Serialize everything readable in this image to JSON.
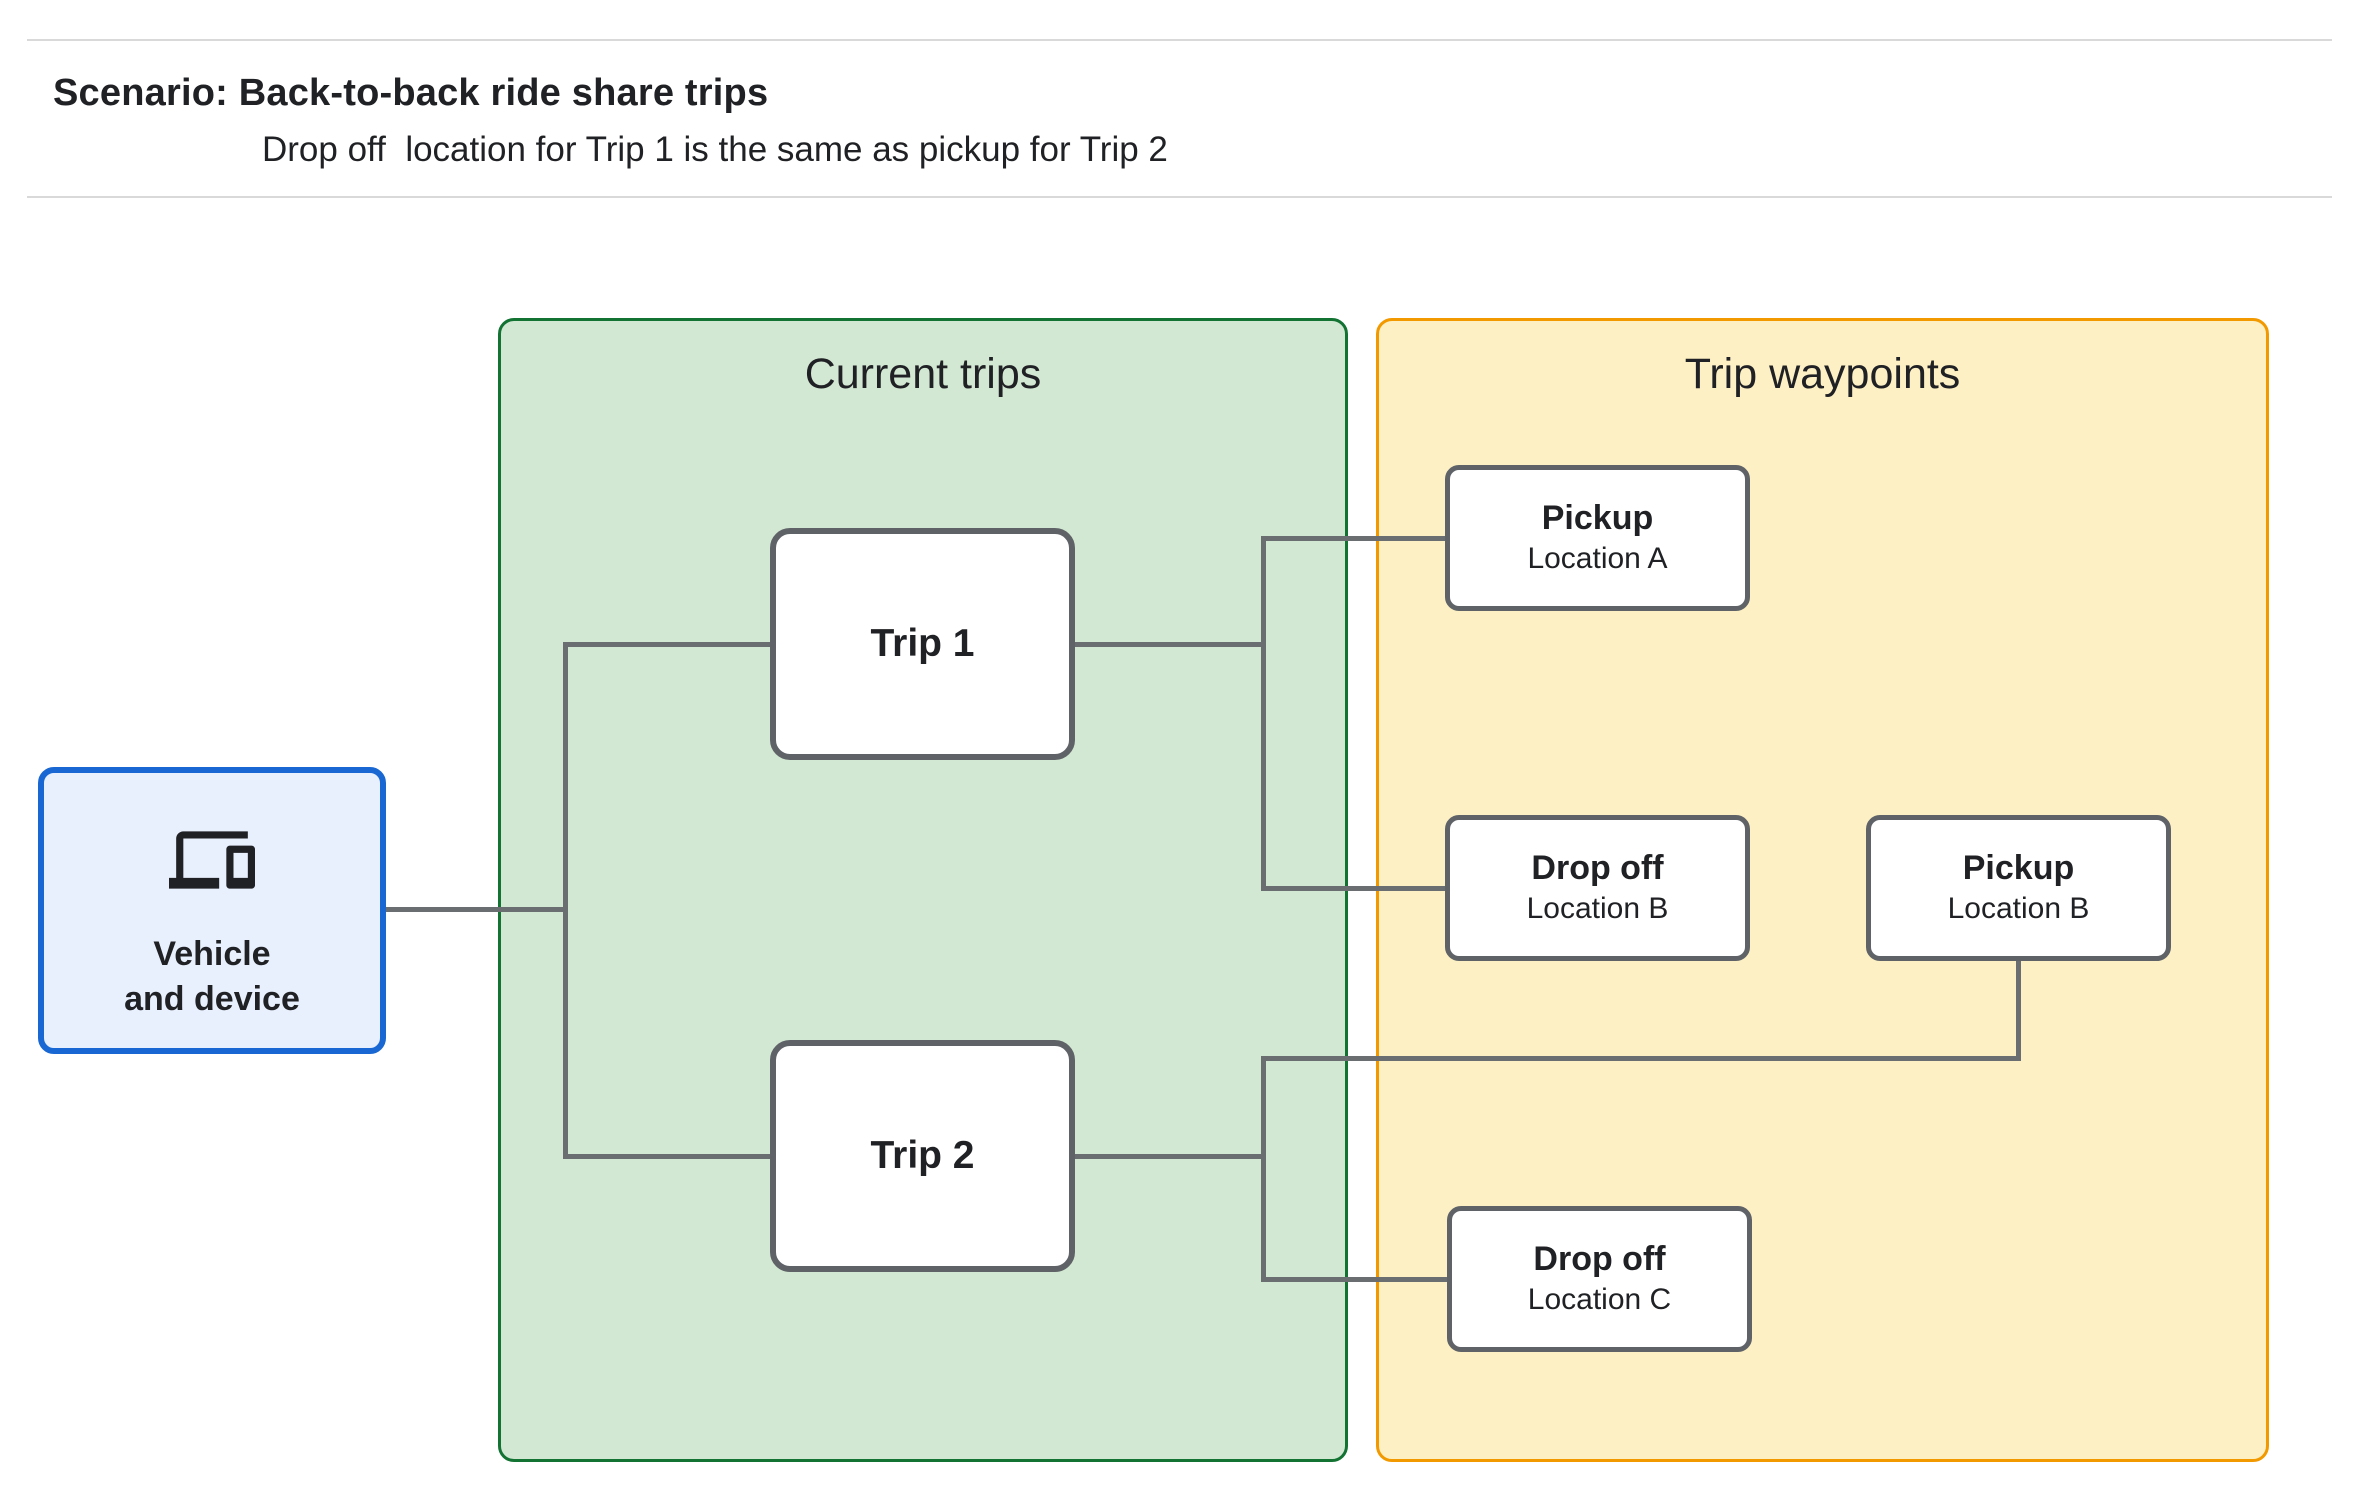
{
  "header": {
    "title": "Scenario: Back-to-back ride share trips",
    "subtitle": "Drop off  location for Trip 1 is the same as pickup for Trip 2"
  },
  "vehicle": {
    "icon": "devices-icon",
    "label_line1": "Vehicle",
    "label_line2": "and device"
  },
  "panels": {
    "current_trips": {
      "title": "Current trips"
    },
    "trip_waypoints": {
      "title": "Trip waypoints"
    }
  },
  "trips": [
    {
      "label": "Trip 1"
    },
    {
      "label": "Trip 2"
    }
  ],
  "waypoints": [
    {
      "title": "Pickup",
      "subtitle": "Location A"
    },
    {
      "title": "Drop off",
      "subtitle": "Location B"
    },
    {
      "title": "Pickup",
      "subtitle": "Location B"
    },
    {
      "title": "Drop off",
      "subtitle": "Location C"
    }
  ],
  "colors": {
    "vehicle_fill": "#e8f0fe",
    "vehicle_border": "#1967d2",
    "current_trips_fill": "#d3e8d3",
    "current_trips_border": "#137333",
    "trip_waypoints_fill": "#fdf0c4",
    "trip_waypoints_border": "#f29900",
    "node_border": "#5f6368",
    "connector": "#6a6e71",
    "text": "#202124"
  }
}
